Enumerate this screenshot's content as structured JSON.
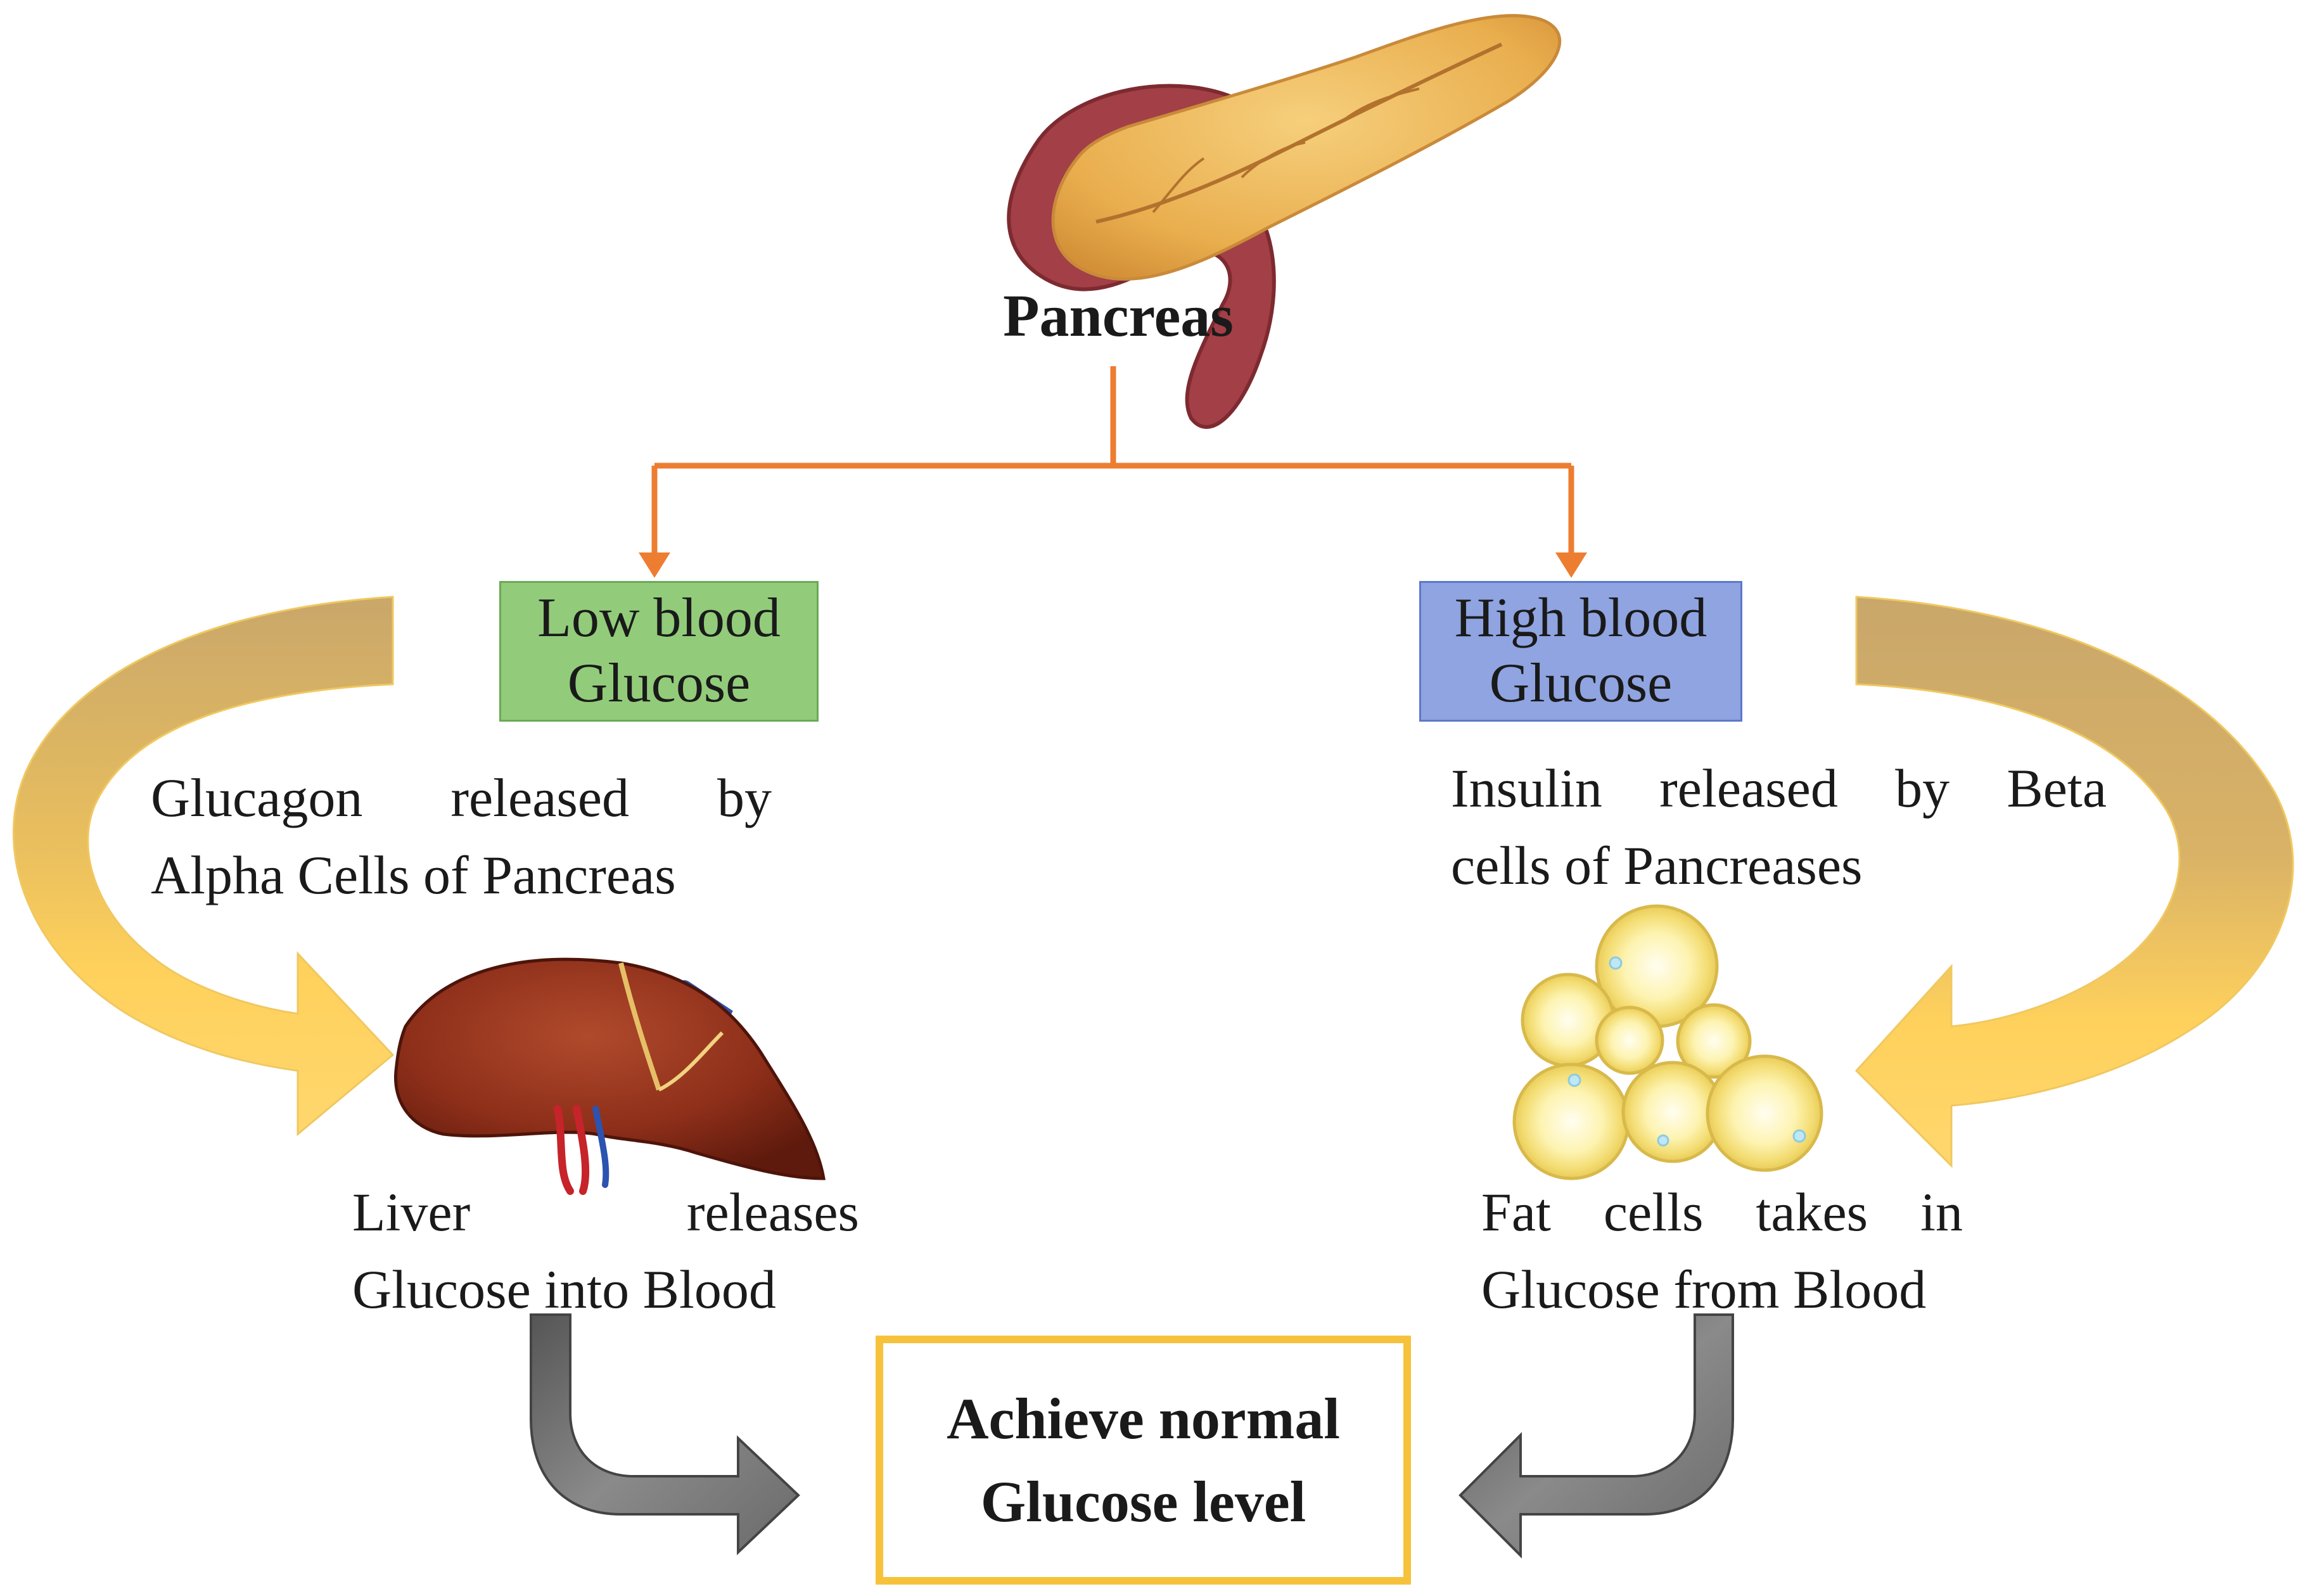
{
  "pancreas": {
    "label": "Pancreas"
  },
  "low_glucose": {
    "line1": "Low blood",
    "line2": "Glucose"
  },
  "high_glucose": {
    "line1": "High blood",
    "line2": "Glucose"
  },
  "glucagon": {
    "line1": "Glucagon released by",
    "line2": "Alpha Cells of Pancreas"
  },
  "insulin": {
    "line1": "Insulin released by Beta",
    "line2": "cells of Pancreases"
  },
  "liver": {
    "line1": "Liver releases",
    "line2": "Glucose into Blood"
  },
  "fat": {
    "line1": "Fat cells takes in",
    "line2": "Glucose from Blood"
  },
  "goal": {
    "line1": "Achieve normal",
    "line2": "Glucose level"
  },
  "colors": {
    "connector": "#ed7d31",
    "low_fill": "#92cc7a",
    "low_border": "#6aaa55",
    "high_fill": "#8fa4e0",
    "high_border": "#5d78cc",
    "curved_arrow": "#ffd15c",
    "curved_arrow_dark": "#c9a76a",
    "grey_arrow": "#7a7a7a",
    "goal_border": "#f7c23b"
  },
  "icons": [
    "pancreas-illustration",
    "liver-illustration",
    "fat-cells-illustration"
  ]
}
